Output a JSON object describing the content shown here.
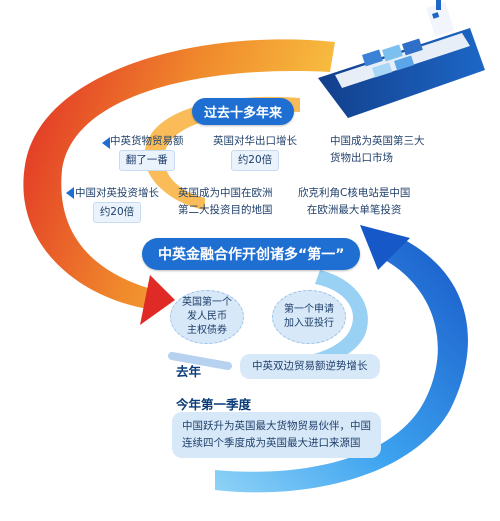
{
  "past_decade": {
    "title": "过去十多年来",
    "trade": {
      "line1": "中英货物贸易额",
      "line2": "翻了一番"
    },
    "exports": {
      "line1": "英国对华出口增长",
      "line2": "约20倍"
    },
    "third_market": {
      "line1": "中国成为英国第三大",
      "line2": "货物出口市场"
    },
    "investment": {
      "line1": "中国对英投资增长",
      "line2": "约20倍"
    },
    "destination": {
      "line1": "英国成为中国在欧洲",
      "line2": "第二大投资目的地国"
    },
    "hinkley": {
      "line1": "欣克利角C核电站是中国",
      "line2": "在欧洲最大单笔投资"
    }
  },
  "finance": {
    "title": "中英金融合作开创诸多“第一”",
    "bond": {
      "line1": "英国第一个",
      "line2": "发人民币",
      "line3": "主权债券"
    },
    "aiib": {
      "line1": "第一个申请",
      "line2": "加入亚投行"
    }
  },
  "last_year": {
    "label": "去年",
    "text": "中英双边贸易额逆势增长"
  },
  "q1": {
    "label": "今年第一季度",
    "line1": "中国跃升为英国最大货物贸易伙伴，中国",
    "line2": "连续四个季度成为英国最大进口来源国"
  },
  "colors": {
    "accent_blue": "#1e6fd1",
    "arrow_red": "#e23a2a",
    "arrow_orange": "#f7a531",
    "arrow_blue": "#2a7fe0",
    "panel": "#d7e8f8"
  },
  "icons": [
    "cargo-ship-icon",
    "left-arrow-icon"
  ]
}
